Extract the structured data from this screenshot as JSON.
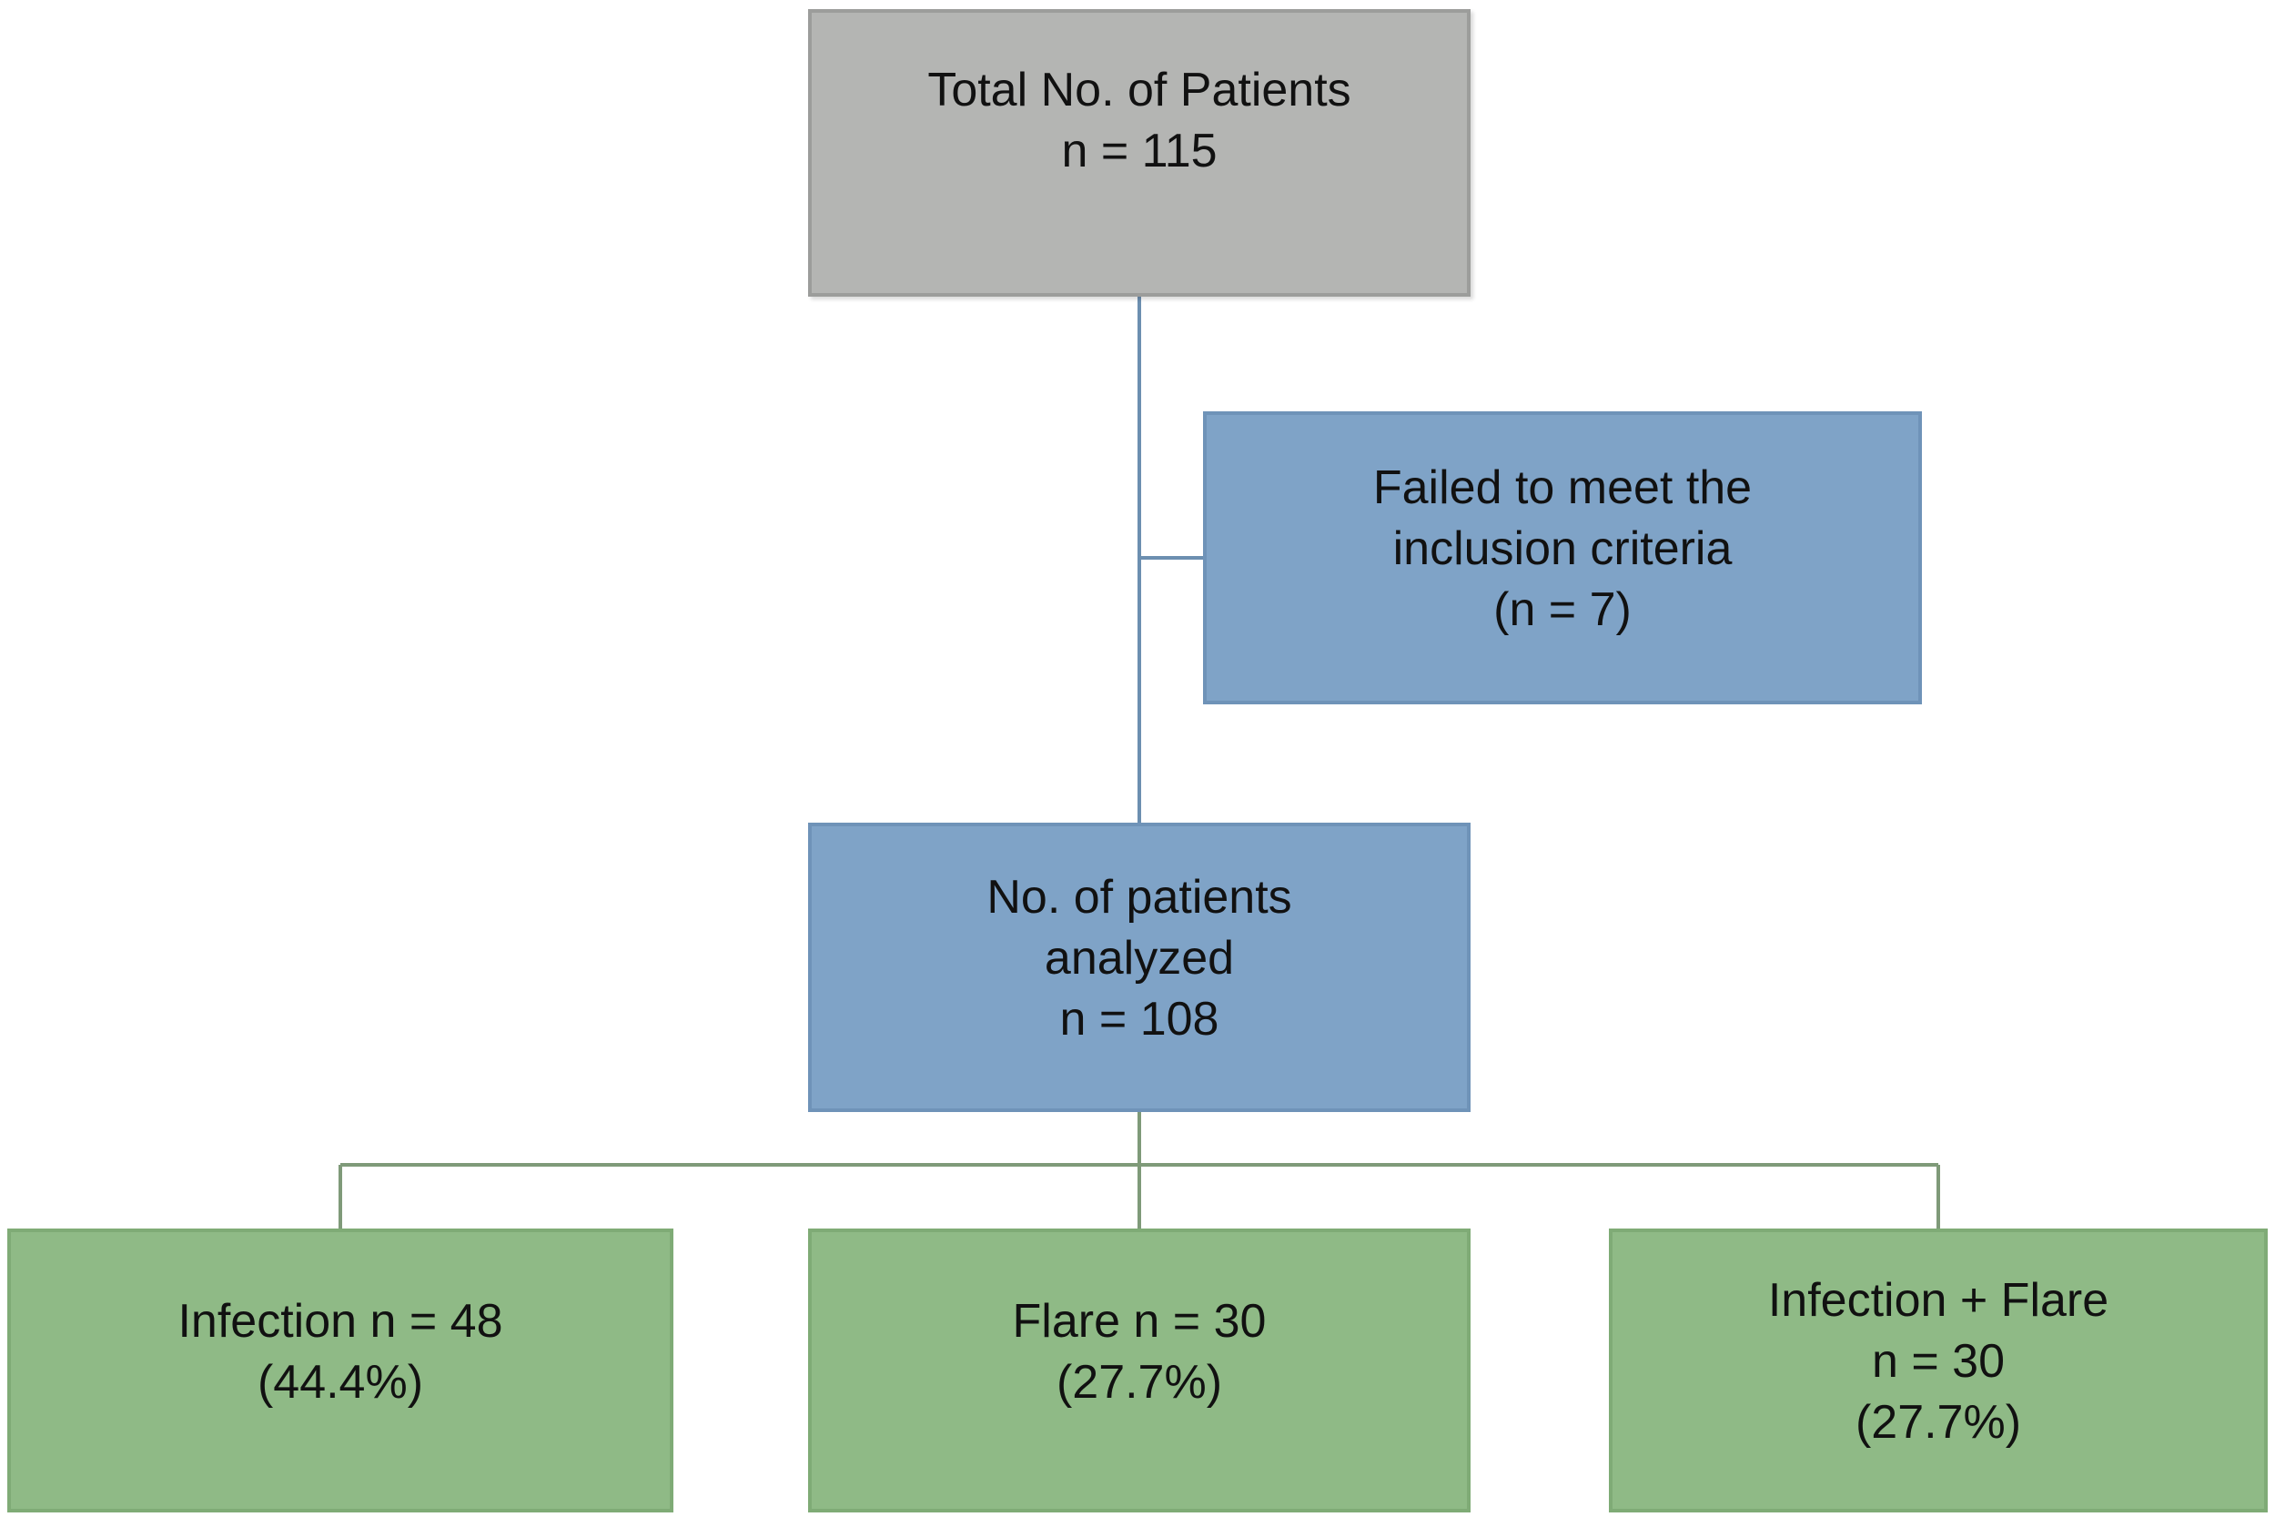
{
  "diagram": {
    "colors": {
      "gray_box": "#b4b5b3",
      "blue_box": "#7fa3c7",
      "green_box": "#8fba86",
      "connector": "#6c8fb0",
      "branch_connector": "#7f9a79"
    },
    "total": {
      "line1": "Total No. of Patients",
      "line2": "n = 115"
    },
    "excluded": {
      "line1": "Failed to meet the",
      "line2": "inclusion criteria",
      "line3": "(n = 7)"
    },
    "analyzed": {
      "line1": "No. of patients",
      "line2": "analyzed",
      "line3": "n = 108"
    },
    "outcomes": [
      {
        "line1": "Infection n = 48",
        "line2": "(44.4%)"
      },
      {
        "line1": "Flare n = 30",
        "line2": "(27.7%)"
      },
      {
        "line1": "Infection + Flare",
        "line2": "n = 30",
        "line3": "(27.7%)"
      }
    ]
  }
}
